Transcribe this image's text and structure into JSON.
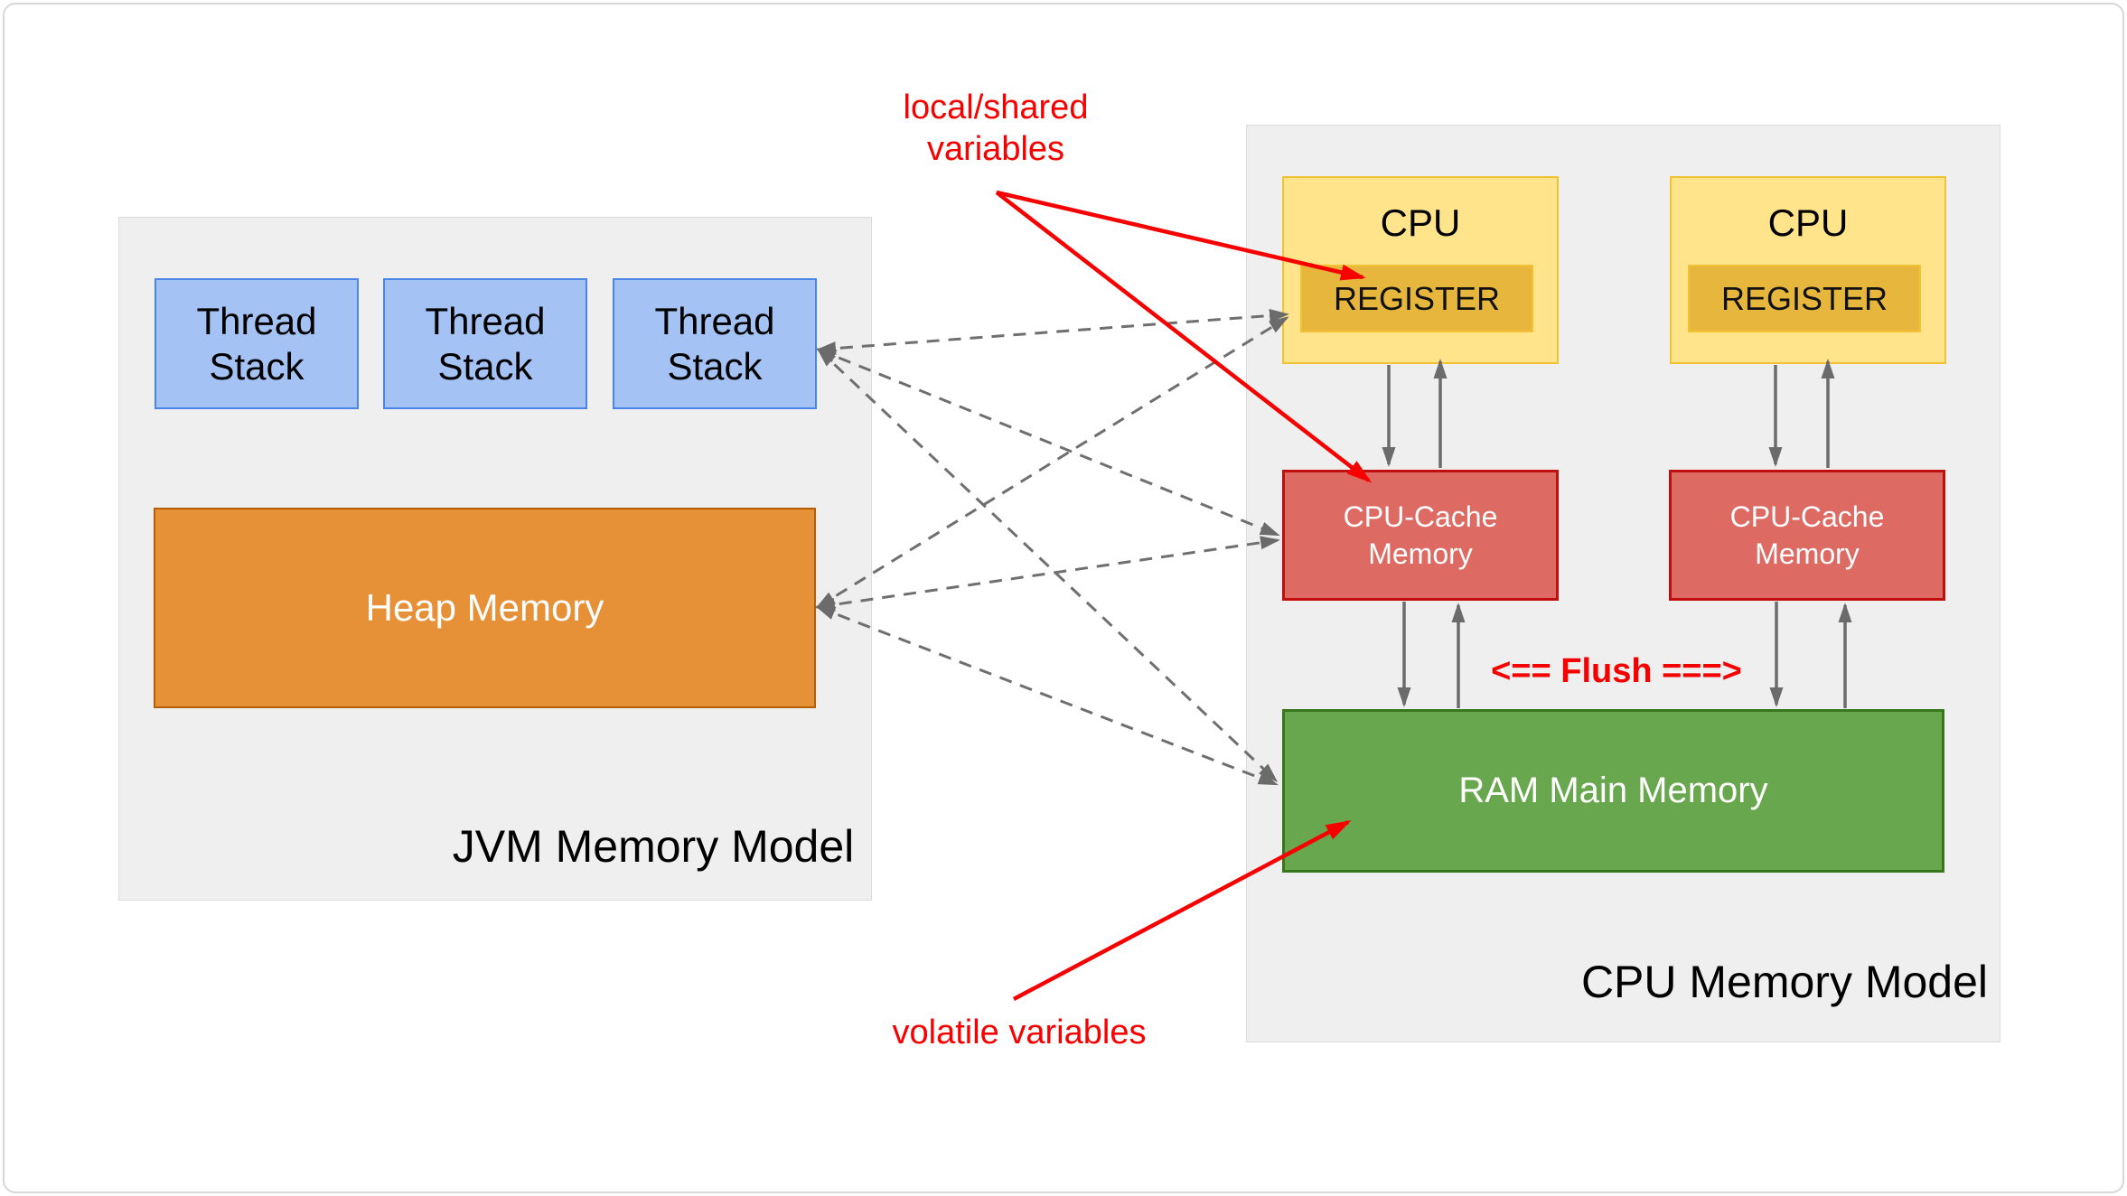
{
  "diagram": {
    "jvm_panel": {
      "label": "JVM Memory Model",
      "thread_stacks": [
        {
          "label": "Thread Stack"
        },
        {
          "label": "Thread Stack"
        },
        {
          "label": "Thread Stack"
        }
      ],
      "heap": {
        "label": "Heap Memory"
      }
    },
    "cpu_panel": {
      "label": "CPU Memory Model",
      "cpus": [
        {
          "label": "CPU",
          "register_label": "REGISTER"
        },
        {
          "label": "CPU",
          "register_label": "REGISTER"
        }
      ],
      "caches": [
        {
          "label": "CPU-Cache Memory"
        },
        {
          "label": "CPU-Cache Memory"
        }
      ],
      "ram": {
        "label": "RAM Main Memory"
      },
      "flush_label": "<== Flush ===>"
    },
    "annotations": {
      "local_shared": "local/shared variables",
      "volatile": "volatile variables"
    },
    "colors": {
      "panel_bg": "#efefef",
      "thread_fill": "#a4c2f4",
      "thread_border": "#4a86e8",
      "heap_fill": "#e69138",
      "heap_border": "#b45f06",
      "cpu_fill": "#ffe48c",
      "cpu_border": "#f1c232",
      "register_fill": "#e6b73c",
      "cache_fill": "#dd6b63",
      "cache_border": "#c00d0d",
      "ram_fill": "#69a74f",
      "ram_border": "#38761d",
      "arrow_gray": "#6b6b6b",
      "annotation_red": "#f70000"
    }
  }
}
